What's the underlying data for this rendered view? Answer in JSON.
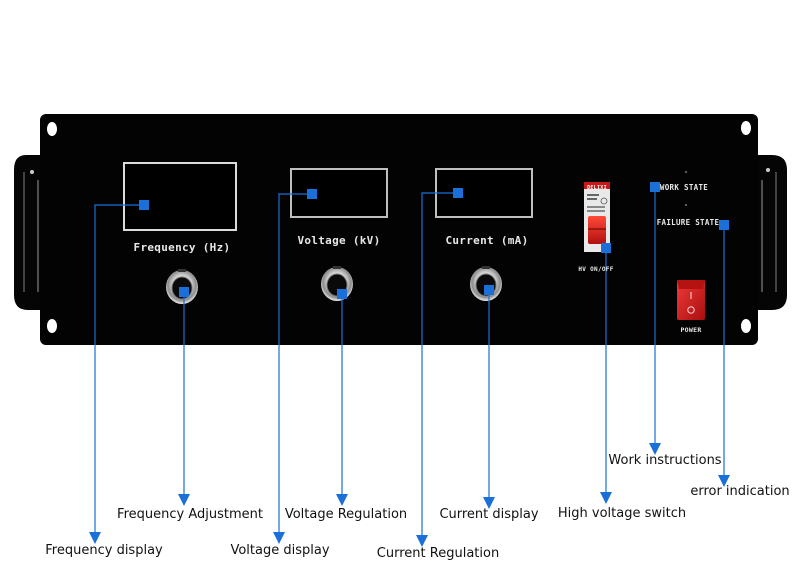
{
  "panel": {
    "displays": [
      {
        "id": "frequency",
        "label": "Frequency (Hz)"
      },
      {
        "id": "voltage",
        "label": "Voltage (kV)"
      },
      {
        "id": "current",
        "label": "Current (mA)"
      }
    ],
    "breaker": {
      "brand": "DELIXI",
      "sub": "ELECTRIC",
      "label": "HV ON/OFF"
    },
    "indicators": {
      "work": "WORK STATE",
      "failure": "FAILURE STATE"
    },
    "power": {
      "label": "POWER",
      "on_symbol": "I",
      "off_symbol": "O"
    }
  },
  "callouts": [
    {
      "id": "frequency-display",
      "text": "Frequency display"
    },
    {
      "id": "frequency-adjustment",
      "text": "Frequency Adjustment"
    },
    {
      "id": "voltage-display",
      "text": "Voltage display"
    },
    {
      "id": "voltage-regulation",
      "text": "Voltage Regulation"
    },
    {
      "id": "current-regulation",
      "text": "Current Regulation"
    },
    {
      "id": "current-display",
      "text": "Current display"
    },
    {
      "id": "high-voltage-switch",
      "text": "High voltage switch"
    },
    {
      "id": "work-instructions",
      "text": "Work instructions"
    },
    {
      "id": "error-indication",
      "text": "error indication"
    }
  ],
  "colors": {
    "panel": "#030303",
    "accent": "#1a6fd9",
    "switch_red": "#d81e1e",
    "label_text": "#e8e8e8"
  }
}
